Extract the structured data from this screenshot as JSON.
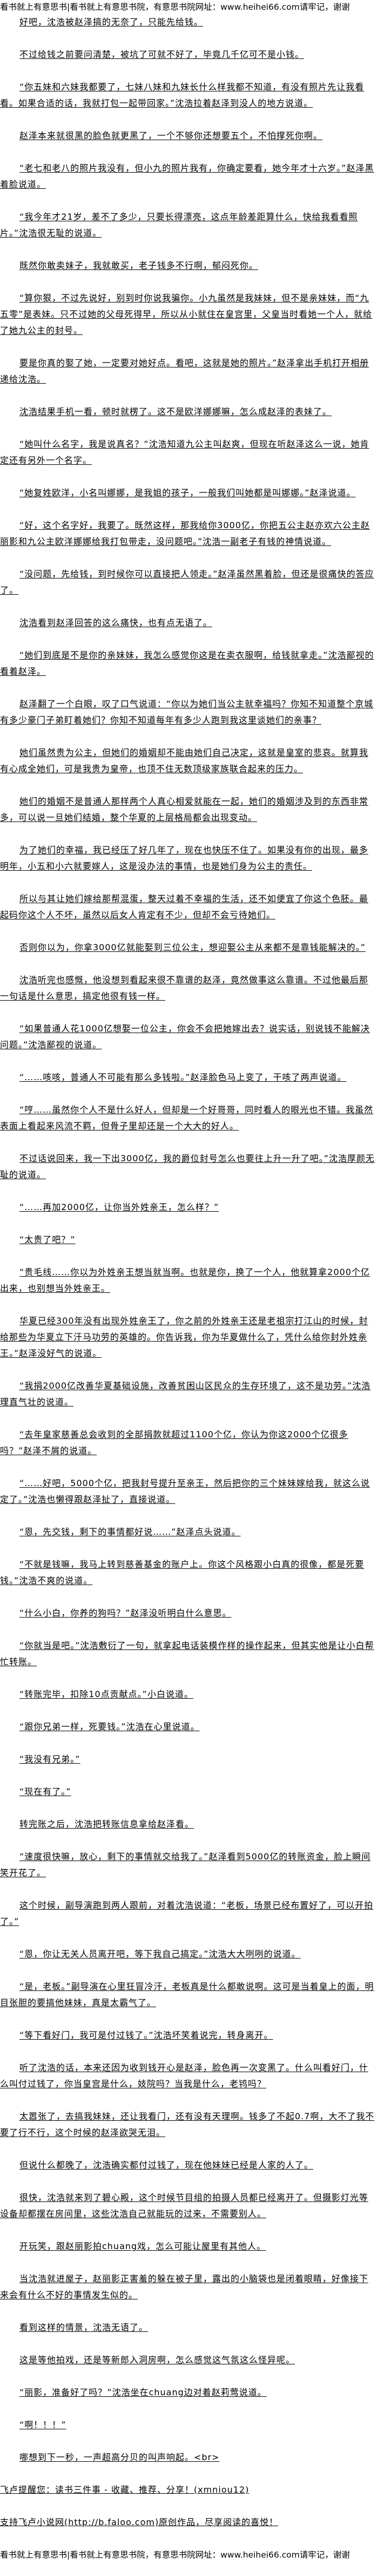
{
  "banner": "看书就上有意思书|看书就上有意思书院，有意思书院网址：www.heihei66.com请牢记，谢谢",
  "paragraphs": [
    "好吧，沈浩被赵泽搞的无奈了，只能先给钱。",
    "不过给钱之前要问清楚，被坑了可就不好了，毕竟几千亿可不是小钱。",
    "“你五妹和六妹我都要了，七妹八妹和九妹长什么样我都不知道，有没有照片先让我看看。如果合适的话，我就打包一起带回家。”沈浩拉着赵泽到没人的地方说道。",
    "赵泽本来就很黑的脸色就更黑了，一个不够你还想要五个，不怕撑死你啊。",
    "“老七和老八的照片我没有，但小九的照片我有，你确定要看，她今年才十六岁。”赵泽黑着脸说道。",
    "“我今年才21岁，差不了多少，只要长得漂亮，这点年龄差距算什么，快给我看看照片。”沈浩很无耻的说道。",
    "既然你敢卖妹子，我就敢买，老子钱多不行啊，郁闷死你。",
    "“算你狠，不过先说好，别到时你说我骗你。小九虽然是我妹妹，但不是亲妹妹，而“九五零”是表妹。只不过她的父母死得早，所以从小就住在皇宫里，父皇当时看她一个人，就给了她九公主的封号。",
    "要是你真的娶了她，一定要对她好点。看吧，这就是她的照片。”赵泽拿出手机打开相册递给沈浩。",
    "沈浩结果手机一看，顿时就楞了。这不是欧洋娜娜嘛，怎么成赵泽的表妹了。",
    "“她叫什么名字，我是说真名？”沈浩知道九公主叫赵爽，但现在听赵泽这么一说，她肯定还有另外一个名字。",
    "“她复姓欧洋，小名叫娜娜，是我姐的孩子，一般我们叫她都是叫娜娜。”赵泽说道。",
    "“好，这个名字好，我要了。既然这样，那我给你3000亿，你把五公主赵亦欢六公主赵丽影和九公主欧洋娜娜给我打包带走，没问题吧。”沈浩一副老子有钱的神情说道。",
    "“没问题，先给钱，到时候你可以直接把人领走。”赵泽虽然黑着脸，但还是很痛快的答应了。",
    "沈浩看到赵泽回答的这么痛快，也有点无语了。",
    "“她们到底是不是你的亲妹妹，我怎么感觉你这是在卖衣服啊，给钱就拿走。”沈浩鄙视的看着赵泽。",
    "赵泽翻了一个白眼，叹了口气说道：“你以为她们当公主就幸福吗？你知不知道整个京城有多少豪门子弟盯着她们？你知不知道每年有多少人跑到我这里谈她们的亲事？",
    "她们虽然贵为公主，但她们的婚姻却不能由她们自己决定，这就是皇室的悲哀。就算我有心成全她们，可是我贵为皇帝，也顶不住无数顶级家族联合起来的压力。",
    "她们的婚姻不是普通人那样两个人真心相爱就能在一起，她们的婚姻涉及到的东西非常多，可以说一旦她们结婚，整个华夏的上层格局都会出现变动。",
    "为了她们的幸福，我已经压了好几年了，现在也快压不住了。如果没有你的出现，最多明年，小五和小六就要嫁人，这是没办法的事情，也是她们身为公主的责任。",
    "所以与其让她们嫁给那帮混蛋，整天过着不幸福的生活，还不如便宜了你这个色胚。最起码你这个人不坏，虽然以后女人肯定有不少，但却不会亏待她们。",
    "否则你以为，你拿3000亿就能娶到三位公主，想迎娶公主从来都不是靠钱能解决的。”",
    "沈浩听完也感慨，他没想到看起来很不靠谱的赵泽，竟然做事这么靠谱。不过他最后那一句话是什么意思，搞定他很有钱一样。",
    "“如果普通人花1000亿想娶一位公主，你会不会把她嫁出去？说实话，别说钱不能解决问题。”沈浩鄙视的说道。",
    "“……咳咳，普通人不可能有那么多钱啦。”赵泽脸色马上变了，干咳了两声说道。",
    "“哼……虽然你个人不是什么好人，但却是一个好哥哥，同时看人的眼光也不错。我虽然表面上看起来风流不羁，但骨子里却还是一个大大的好人。",
    "不过话说回来，我一下出3000亿，我的爵位封号怎么也要往上升一升了吧。”沈浩厚颜无耻的说道。",
    "“……再加2000亿，让你当外姓亲王，怎么样？”",
    "“太贵了吧？”",
    "“贵毛线……你以为外姓亲王想当就当啊。也就是你，换了一个人，他就算拿2000个亿出来，也别想当外姓亲王。",
    "华夏已经300年没有出现外姓亲王了，你之前的外姓亲王还是老祖宗打江山的时候，封给那些为华夏立下汗马功劳的英雄的。你告诉我，你为华夏做什么了，凭什么给你封外姓亲王。”赵泽没好气的说道。",
    "“我捐2000亿改善华夏基础设施，改善贫困山区民众的生存环境了，这不是功劳。”沈浩理直气壮的说道。",
    "“去年皇家慈善总会收到的全部捐款就超过1100个亿，你认为你这2000个亿很多吗？”赵泽不屑的说道。",
    "“……好吧，5000个亿，把我封号提升至亲王，然后把你的三个妹妹嫁给我，就这么说定了。”沈浩也懒得跟赵泽扯了，直接说道。",
    "“恩，先交钱，剩下的事情都好说……”赵泽点头说道。",
    "“不就是钱嘛，我马上转到慈善基金的账户上。你这个风格跟小白真的很像，都是死要钱。”沈浩不爽的说道。",
    "“什么小白，你养的狗吗？”赵泽没听明白什么意思。",
    "“你就当是吧。”沈浩敷衍了一句，就拿起电话装模作样的操作起来，但其实他是让小白帮忙转账。",
    "“转账完毕，扣除10点贡献点。”小白说道。",
    "“跟你兄弟一样，死要钱。”沈浩在心里说道。",
    "“我没有兄弟。”",
    "“现在有了。”",
    "转完账之后，沈浩把转账信息拿给赵泽看。",
    "“速度很快嘛，放心，剩下的事情就交给我了。”赵泽看到5000亿的转账资金，脸上瞬间笑开花了。",
    "这个时候，副导演跑到两人跟前，对着沈浩说道：“老板，场景已经布置好了，可以开拍了。”",
    "“恩，你让无关人员离开吧，等下我自己搞定。”沈浩大大咧咧的说道。",
    "“是，老板。”副导演在心里狂冒冷汗，老板真是什么都敢说啊。这可是当着皇上的面，明目张胆的要搞他妹妹，真是太霸气了。",
    "“等下看好门，我可是付过钱了。”沈浩坏笑着说完，转身离开。",
    "听了沈浩的话，本来还因为收到钱开心是赵泽，脸色再一次变黑了。什么叫看好门，什么叫付过钱了，你当皇宫是什么，妓院吗？当我是什么，老鸨吗？",
    "太嚣张了，去搞我妹妹，还让我看门，还有没有天理啊。钱多了不起0.7啊，大不了我不要了行不行，这个时候的赵泽欲哭无泪。",
    "但说什么都晚了，沈浩确实都付过钱了，现在他妹妹已经是人家的人了。",
    "很快，沈浩就来到了碧心殿，这个时候节目组的拍摄人员都已经离开了。但摄影灯光等设备却都摆在房间里，这些沈浩自己就能玩的过来，不需要别人。",
    "开玩笑，跟赵丽影拍chuang戏，怎么可能让屋里有其他人。",
    "当沈浩就进屋子，赵丽影正害羞的躲在被子里，露出的小脑袋也是闭着眼睛，好像接下来会有什么不好的事情发生似的。",
    "看到这样的情景，沈浩无语了。",
    "这是等他拍戏，还是等新郎入洞房啊，怎么感觉这气氛这么怪异呢。",
    "“丽影，准备好了吗？”沈浩坐在chuang边对着赵莉莺说道。",
    "“啊！！！”",
    "哪想到下一秒，一声超高分贝的叫声响起。<br>"
  ],
  "notes": [
    "飞卢提醒您：读书三件事 - 收藏、推荐、分享！(xmniou12)",
    "支持飞卢小说网(http://b.faloo.com)原创作品，尽享阅读的喜悦！"
  ],
  "footer": "看书就上有意思书|看书就上有意思书院，有意思书院网址：www.heihei66.com请牢记，谢谢"
}
